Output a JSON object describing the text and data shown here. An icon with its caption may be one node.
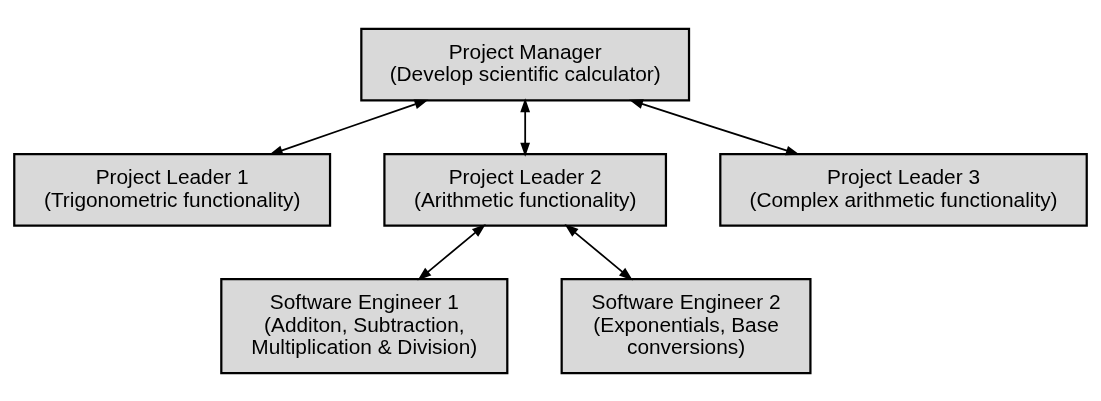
{
  "diagram": {
    "nodes": [
      {
        "text": [
          "Project Manager",
          "(Develop scientific calculator)"
        ]
      },
      {
        "text": [
          "Project Leader 1",
          "(Trigonometric functionality)"
        ]
      },
      {
        "text": [
          "Project Leader 2",
          "(Arithmetic functionality)"
        ]
      },
      {
        "text": [
          "Project Leader 3",
          "(Complex arithmetic functionality)"
        ]
      },
      {
        "text": [
          "Software Engineer 1",
          "(Additon, Subtraction, Multiplication & Division)"
        ]
      },
      {
        "text": [
          "Software Engineer 2",
          "(Exponentials, Base conversions)"
        ]
      }
    ],
    "edges": [
      {
        "from": 0,
        "to": 1,
        "arrow": "both"
      },
      {
        "from": 0,
        "to": 2,
        "arrow": "both"
      },
      {
        "from": 0,
        "to": 3,
        "arrow": "both"
      },
      {
        "from": 2,
        "to": 4,
        "arrow": "both"
      },
      {
        "from": 2,
        "to": 5,
        "arrow": "both"
      }
    ]
  }
}
